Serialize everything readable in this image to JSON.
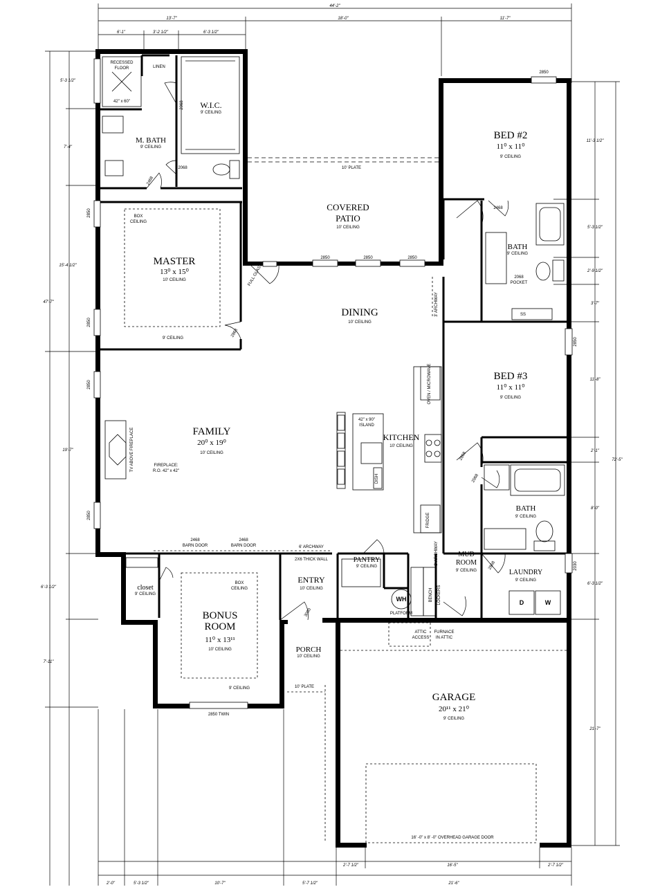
{
  "rooms": [
    {
      "name": "MASTER",
      "size": "13⁰ x 15⁰",
      "ceiling": "10' CEILING"
    },
    {
      "name": "M. BATH",
      "size": "",
      "ceiling": "9' CEILING"
    },
    {
      "name": "W.I.C.",
      "size": "",
      "ceiling": "9' CEILING"
    },
    {
      "name": "COVERED",
      "name2": "PATIO",
      "ceiling": "10' CEILING"
    },
    {
      "name": "BED #2",
      "size": "11⁰ x 11⁰",
      "ceiling": "9' CEILING"
    },
    {
      "name": "BATH",
      "ceiling": "9' CEILING"
    },
    {
      "name": "DINING",
      "ceiling": "10' CEILING"
    },
    {
      "name": "BED #3",
      "size": "11⁰ x 11⁰",
      "ceiling": "9' CEILING"
    },
    {
      "name": "FAMILY",
      "size": "20⁰ x 19⁰",
      "ceiling": "10' CEILING"
    },
    {
      "name": "KITCHEN",
      "ceiling": "10' CEILING"
    },
    {
      "name": "BATH",
      "ceiling": "9' CEILING"
    },
    {
      "name": "PANTRY",
      "ceiling": "9' CEILING"
    },
    {
      "name": "MUD",
      "name2": "ROOM",
      "ceiling": "9' CEILING"
    },
    {
      "name": "LAUNDRY",
      "ceiling": "9' CEILING"
    },
    {
      "name": "closet",
      "ceiling": "9' CEILING"
    },
    {
      "name": "BONUS",
      "name2": "ROOM",
      "size": "11⁰ x 13¹¹",
      "ceiling": "10' CEILING"
    },
    {
      "name": "ENTRY",
      "ceiling": "10' CEILING"
    },
    {
      "name": "PORCH",
      "ceiling": "10' CEILING"
    },
    {
      "name": "GARAGE",
      "size": "20¹¹ x 21⁰",
      "ceiling": "9' CEILING"
    }
  ],
  "notes": {
    "recessed": "RECESSED",
    "floor": "FLOOR",
    "shower": "42\" x 60\"",
    "linen": "LINEN",
    "box_ceiling": "BOX",
    "box_ceiling2": "CEILING",
    "ceiling9": "9' CEILING",
    "plate10": "10' PLATE",
    "full_glass": "FULL GLASS",
    "pocket": "2068",
    "pocket2": "POCKET",
    "ss": "SS",
    "archway": "3' ARCHWAY",
    "archway6": "6' ARCHWAY",
    "island": "42\" x 90\"",
    "island2": "ISLAND",
    "oven": "OVEN / MICROWAVE",
    "fridge": "FRIDGE",
    "dish": "DISH",
    "fireplace": "TV ABOVE FIREPLACE",
    "fireplace_ro": "FIREPLACE:",
    "fireplace_ro2": "R.O. 42\" x 42\"",
    "barn_door": "BARN DOOR",
    "thick_wall": "2X6 THICK WALL",
    "wh": "WH",
    "platform": "PLATFORM",
    "attic": "ATTIC",
    "attic2": "ACCESS",
    "furnace": "FURNACE",
    "furnace2": "IN ATTIC",
    "bench": "BENCH",
    "lockers": "LOCKERS",
    "washer": "W",
    "dryer": "D",
    "garage_door": "16' -0\" x 8' -0\" OVERHEAD GARAGE DOOR",
    "twin_window": "2850 TWIN",
    "win2850": "2850",
    "win2030": "2030",
    "door2468": "2468",
    "door2868": "2868",
    "door2068": "2068",
    "door3080": "3080"
  },
  "dims": {
    "overall_width": "44'-2\"",
    "top_a": "13'-7\"",
    "top_b": "18'-0\"",
    "top_c": "11'-7\"",
    "top_d": "6'-1\"",
    "top_e": "3'-2 1/2\"",
    "top_f": "6'-3 1/2\"",
    "left_total": "47'-7\"",
    "left_a": "5'-3 1/2\"",
    "left_b": "7'-4\"",
    "left_c": "15'-4 1/2\"",
    "left_d": "19'-7\"",
    "left_e": "6'-3 1/2\"",
    "left_f": "7'-11\"",
    "right_total": "72'-5\"",
    "right_a": "11'-3 1/2\"",
    "right_b": "5'-3 1/2\"",
    "right_c": "2'-9 1/2\"",
    "right_d": "3'-7\"",
    "right_e": "11'-8\"",
    "right_f": "2'-1\"",
    "right_g": "8'-0\"",
    "right_h": "6'-3 1/2\"",
    "right_i": "21'-7\"",
    "bottom_a": "2'-0\"",
    "bottom_b": "5'-3 1/2\"",
    "bottom_c": "10'-7\"",
    "bottom_d": "5'-7 1/2\"",
    "bottom_e": "21'-6\"",
    "bottom_f": "2'-7 1/2\"",
    "bottom_g": "16'-5\"",
    "bottom_h": "2'-7 1/2\""
  }
}
